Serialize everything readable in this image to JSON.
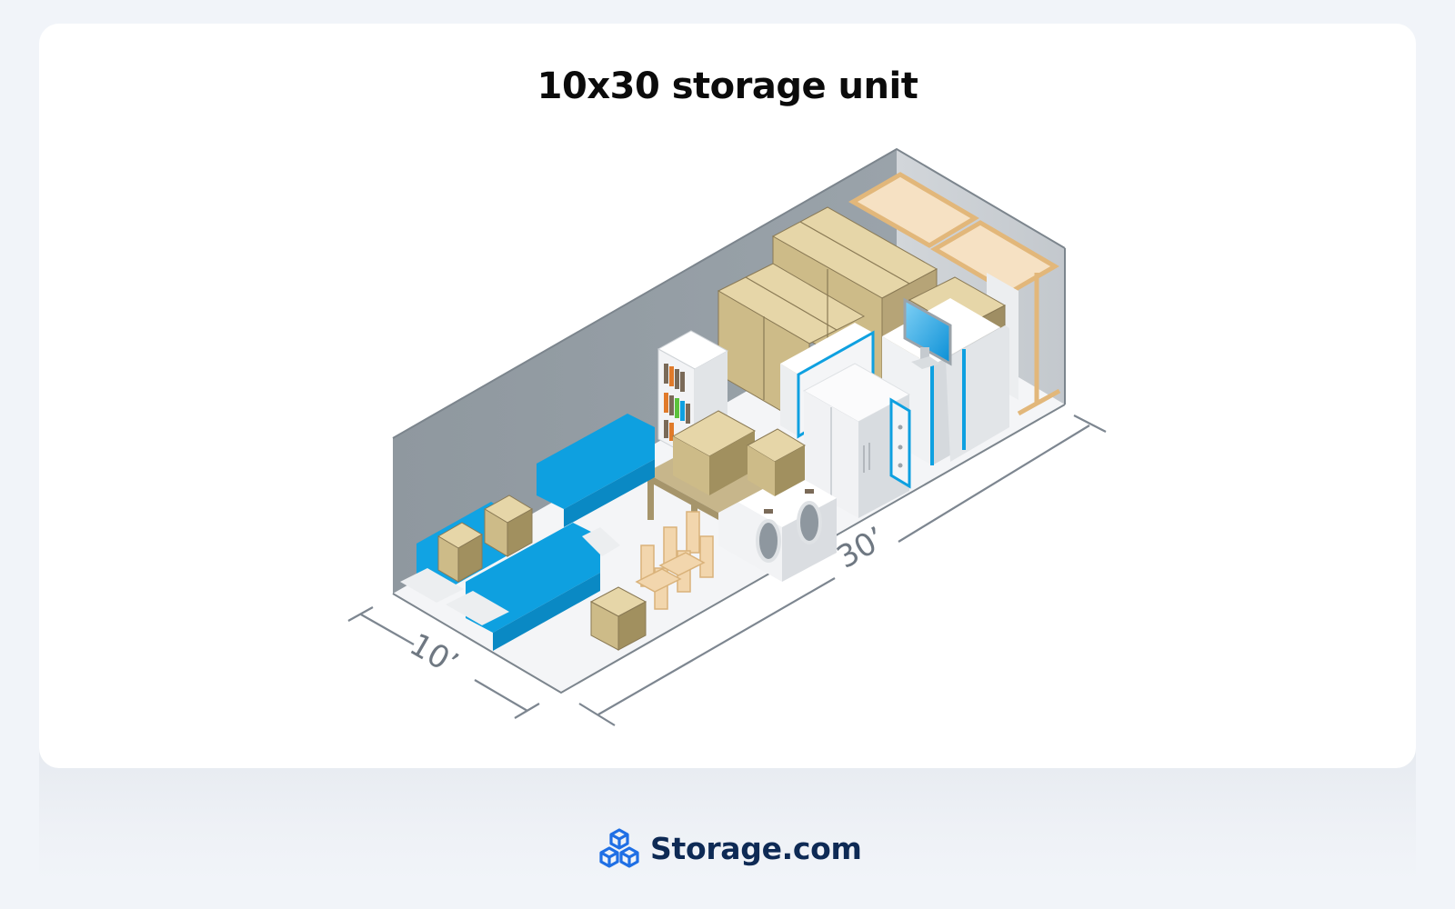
{
  "title": "10x30 storage unit",
  "dimensions": {
    "width_label": "10’",
    "length_label": "30’"
  },
  "unit": {
    "width_ft": 10,
    "length_ft": 30,
    "contents": [
      "sofa",
      "sofa",
      "cardboard boxes",
      "bookshelf",
      "table",
      "dining chairs",
      "washing machine",
      "dryer",
      "refrigerator",
      "dresser",
      "wardrobes",
      "computer monitor",
      "bed frames",
      "mattresses"
    ]
  },
  "colors": {
    "brand_blue": "#1f6fe5",
    "logo_text": "#0e2a55",
    "sofa_blue": "#0ea0e0",
    "box_tan": "#d9c79a",
    "wall_gray": "#8e979f",
    "dimension_gray": "#6f7882"
  },
  "logo": {
    "icon": "stacked-cubes-icon",
    "text": "Storage.com"
  }
}
